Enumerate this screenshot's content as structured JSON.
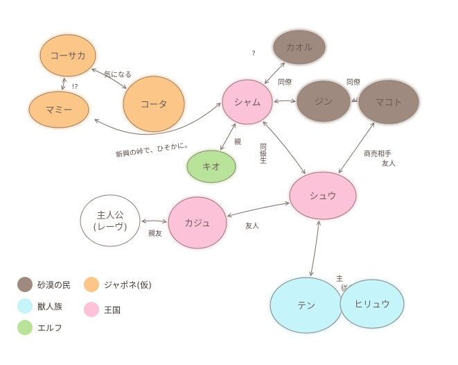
{
  "nodes": [
    {
      "id": "kosaka",
      "label": "コーサカ",
      "group": "japone"
    },
    {
      "id": "mami",
      "label": "マミー",
      "group": "japone"
    },
    {
      "id": "kota",
      "label": "コータ",
      "group": "japone"
    },
    {
      "id": "kaoru",
      "label": "カオル",
      "group": "desert"
    },
    {
      "id": "sham",
      "label": "シャム",
      "group": "kingdom"
    },
    {
      "id": "jin",
      "label": "ジン",
      "group": "desert"
    },
    {
      "id": "makoto",
      "label": "マコト",
      "group": "desert"
    },
    {
      "id": "kio",
      "label": "キオ",
      "group": "elf"
    },
    {
      "id": "shuu",
      "label": "シュウ",
      "group": "kingdom"
    },
    {
      "id": "hero",
      "label": "主人公\n(レーヴ)",
      "group": "none"
    },
    {
      "id": "kaju",
      "label": "カジュ",
      "group": "kingdom"
    },
    {
      "id": "ten",
      "label": "テン",
      "group": "beast"
    },
    {
      "id": "hiryuu",
      "label": "ヒリュウ",
      "group": "beast"
    }
  ],
  "edges": [
    {
      "from": "kosaka",
      "to": "mami",
      "label": "!?"
    },
    {
      "from": "kosaka",
      "to": "kota",
      "label": "気になる"
    },
    {
      "from": "kaoru",
      "to": "sham",
      "label": "?"
    },
    {
      "from": "sham",
      "to": "jin",
      "label": "同僚"
    },
    {
      "from": "jin",
      "to": "makoto",
      "label": "同僚"
    },
    {
      "from": "sham",
      "to": "mami",
      "label": "新興の峠で、ひそかに。"
    },
    {
      "from": "sham",
      "to": "kio",
      "label": "親"
    },
    {
      "from": "sham",
      "to": "shuu",
      "label": "同級生"
    },
    {
      "from": "makoto",
      "to": "shuu",
      "label": "商売相手\n友人"
    },
    {
      "from": "hero",
      "to": "kaju",
      "label": "親友"
    },
    {
      "from": "kaju",
      "to": "shuu",
      "label": "友人"
    },
    {
      "from": "shuu",
      "to": "ten",
      "label": ""
    },
    {
      "from": "ten",
      "to": "hiryuu",
      "label": "主\n従者"
    }
  ],
  "legend": [
    {
      "id": "desert",
      "label": "砂漠の民"
    },
    {
      "id": "japone",
      "label": "ジャポネ(仮)"
    },
    {
      "id": "beast",
      "label": "獣人族"
    },
    {
      "id": "kingdom",
      "label": "王国"
    },
    {
      "id": "elf",
      "label": "エルフ"
    }
  ],
  "colors": {
    "desert": "#9e8a7e",
    "japone": "#fbc688",
    "beast": "#c6f4fb",
    "kingdom": "#fbc2d8",
    "elf": "#b9e29a",
    "none": "#ffffff",
    "outline": "#8c7c74",
    "edge": "#7a6a64",
    "label": "#6b5b55"
  }
}
